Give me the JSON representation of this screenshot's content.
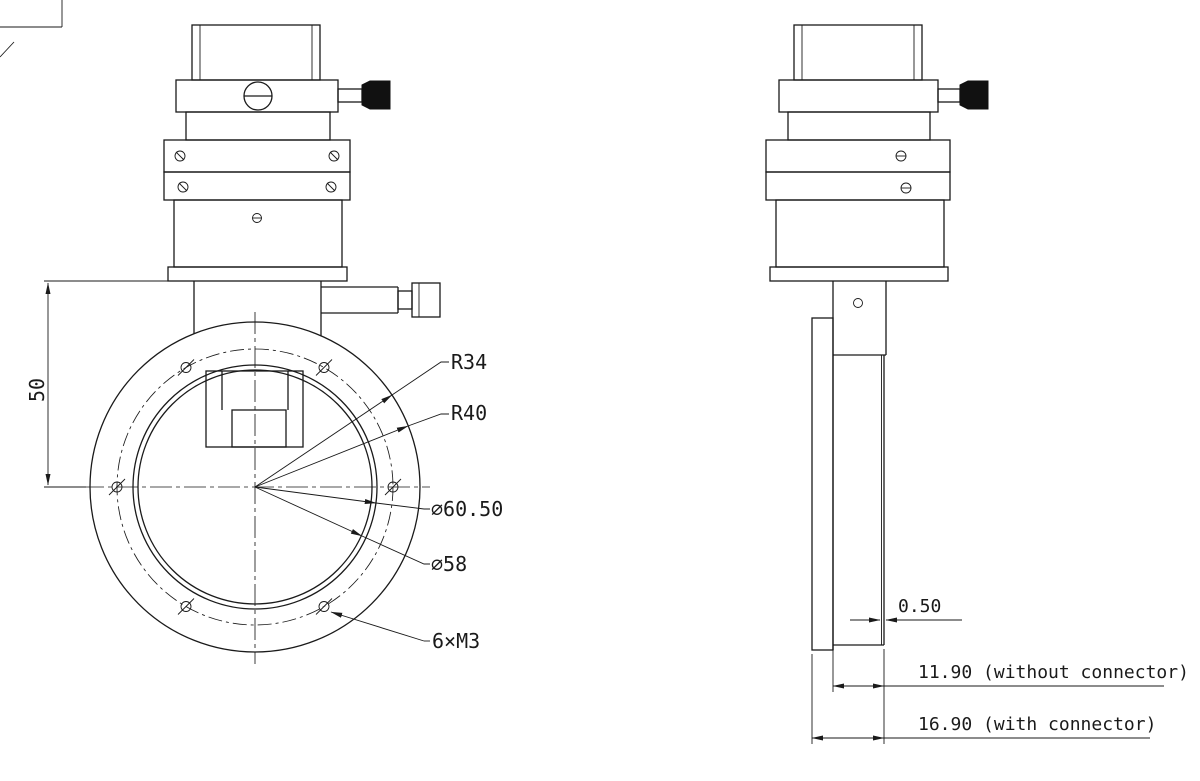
{
  "drawing": {
    "front_view": {
      "dims": {
        "height_50": "50",
        "radius_r34": "R34",
        "radius_r40": "R40",
        "dia_60_50": "⌀60.50",
        "dia_58": "⌀58",
        "thread_6xm3": "6×M3"
      }
    },
    "side_view": {
      "dims": {
        "plate_0_50": "0.50",
        "depth_11_90": "11.90 (without connector)",
        "depth_16_90": "16.90 (with connector)"
      }
    },
    "colors": {
      "line": "#1a1a1a",
      "background": "#ffffff"
    }
  }
}
